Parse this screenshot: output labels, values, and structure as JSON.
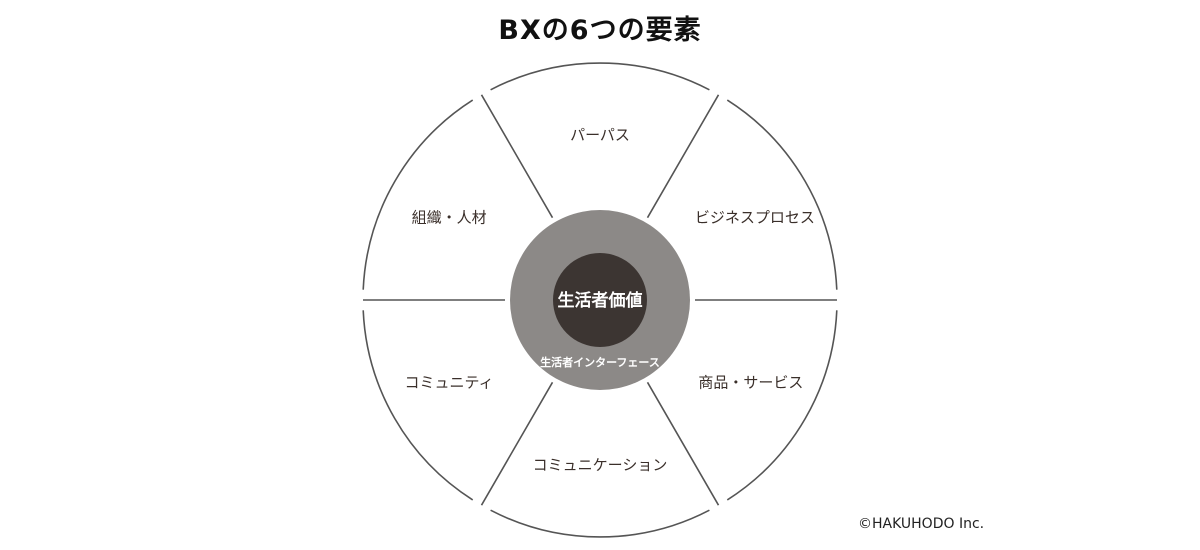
{
  "title": "BXの6つの要素",
  "center": {
    "core_label": "生活者価値",
    "ring_label": "生活者インターフェース"
  },
  "segments": [
    "パーパス",
    "ビジネスプロセス",
    "商品・サービス",
    "コミュニケーション",
    "コミュニティ",
    "組織・人材"
  ],
  "copyright": "©HAKUHODO Inc.",
  "colors": {
    "outline": "#555555",
    "ring": "#8c8987",
    "core": "#3c3532",
    "label_text": "#3a2f2a"
  }
}
